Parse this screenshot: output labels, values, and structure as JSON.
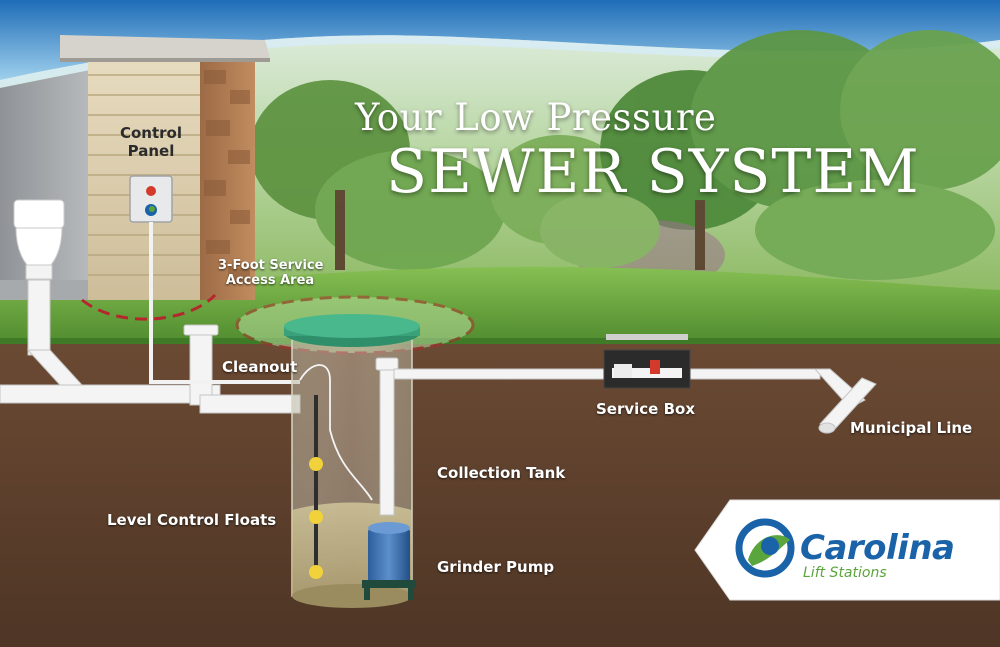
{
  "title": {
    "line1": "Your Low Pressure",
    "line2": "SEWER SYSTEM"
  },
  "labels": {
    "control_panel_line1": "Control",
    "control_panel_line2": "Panel",
    "service_area_line1": "3-Foot Service",
    "service_area_line2": "Access Area",
    "cleanout": "Cleanout",
    "service_box": "Service Box",
    "municipal_line": "Municipal Line",
    "collection_tank": "Collection Tank",
    "level_control_floats": "Level Control Floats",
    "grinder_pump": "Grinder Pump"
  },
  "logo": {
    "name": "Carolina",
    "subtitle": "Lift Stations"
  },
  "colors": {
    "sky": "#2e7bc4",
    "grass": "#5e9a3a",
    "soil": "#5a3f2c",
    "pipe": "#f2f2f2",
    "tank_lid": "#2f8f6a",
    "float": "#f2d23a",
    "brand_blue": "#1a63a8",
    "brand_green": "#5aa53c"
  },
  "icons": [
    "toilet-icon",
    "control-panel-icon",
    "grinder-pump-icon",
    "carolina-logo-icon"
  ]
}
